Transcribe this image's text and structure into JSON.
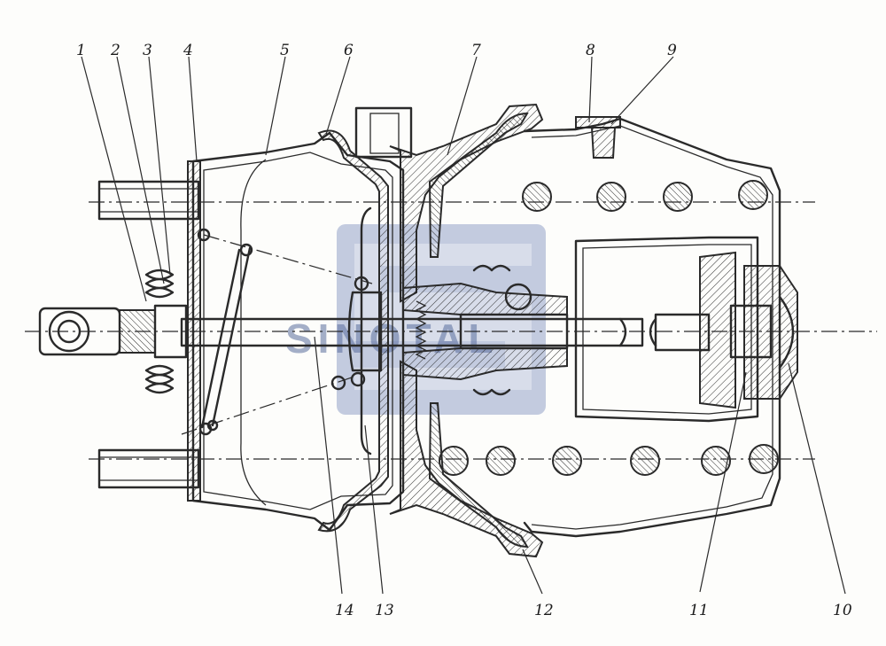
{
  "diagram": {
    "type": "technical drawing",
    "callouts": [
      "1",
      "2",
      "3",
      "4",
      "5",
      "6",
      "7",
      "8",
      "9",
      "10",
      "11",
      "12",
      "13",
      "14"
    ]
  },
  "watermark": {
    "text": "SINOTAL",
    "color": "#4a5f94"
  }
}
